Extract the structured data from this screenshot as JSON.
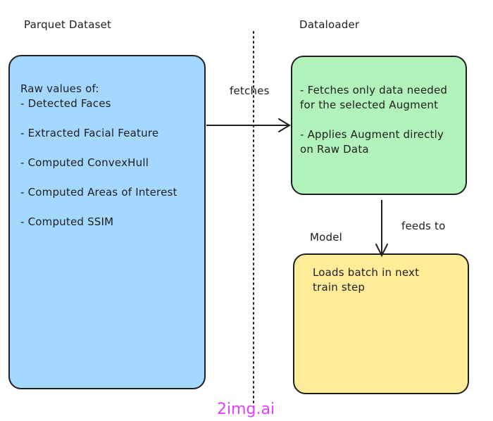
{
  "colors": {
    "dataset_fill": "#a5d8ff",
    "dataloader_fill": "#b2f2bb",
    "model_fill": "#ffec99",
    "stroke": "#1e1e1e",
    "watermark": "#e040fb"
  },
  "dataset": {
    "title": "Parquet Dataset",
    "body": "Raw values of:\n- Detected Faces\n\n- Extracted Facial Feature\n\n- Computed ConvexHull\n\n- Computed Areas of Interest\n\n- Computed SSIM"
  },
  "dataloader": {
    "title": "Dataloader",
    "body": "- Fetches only data needed\nfor the selected Augment\n\n- Applies Augment directly\non Raw Data"
  },
  "model": {
    "title": "Model",
    "body": "Loads batch in next\ntrain step"
  },
  "edges": {
    "fetches_label": "fetches",
    "feeds_label": "feeds to"
  },
  "watermark": "2img.ai"
}
